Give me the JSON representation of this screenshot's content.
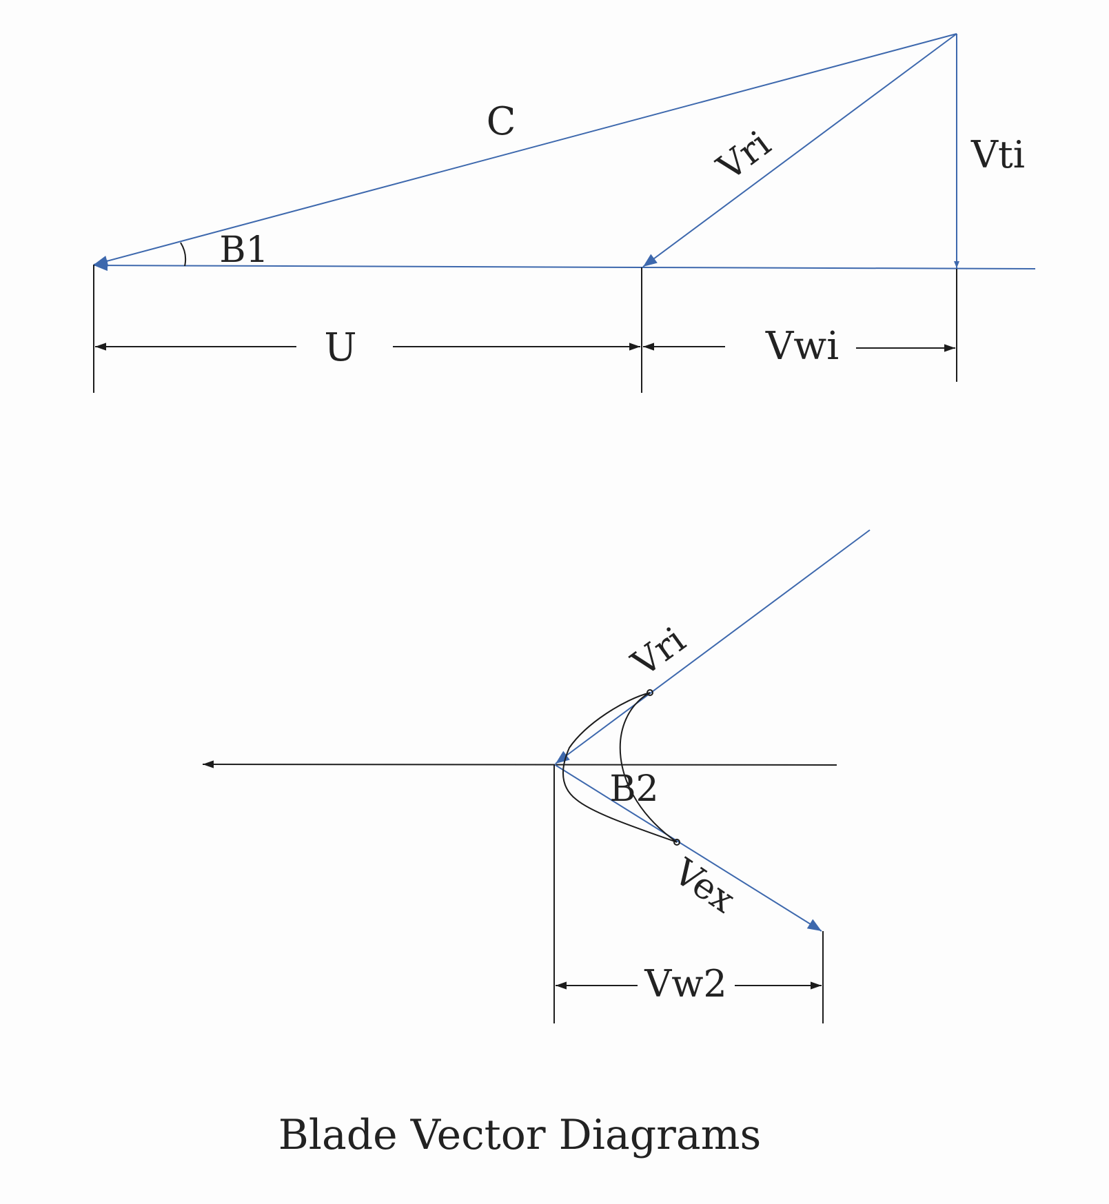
{
  "title": "Blade Vector Diagrams",
  "colors": {
    "vector": "#3d68ad",
    "line": "#1c1c1c",
    "background": "#fdfdfd"
  },
  "inlet_diagram": {
    "labels": {
      "absolute_velocity": "C",
      "relative_velocity": "Vri",
      "tangential_velocity": "Vti",
      "angle": "B1",
      "blade_speed": "U",
      "whirl_velocity": "Vwi"
    }
  },
  "exit_diagram": {
    "labels": {
      "relative_inlet": "Vri",
      "relative_exit": "Vex",
      "angle": "B2",
      "whirl_velocity": "Vw2"
    }
  }
}
